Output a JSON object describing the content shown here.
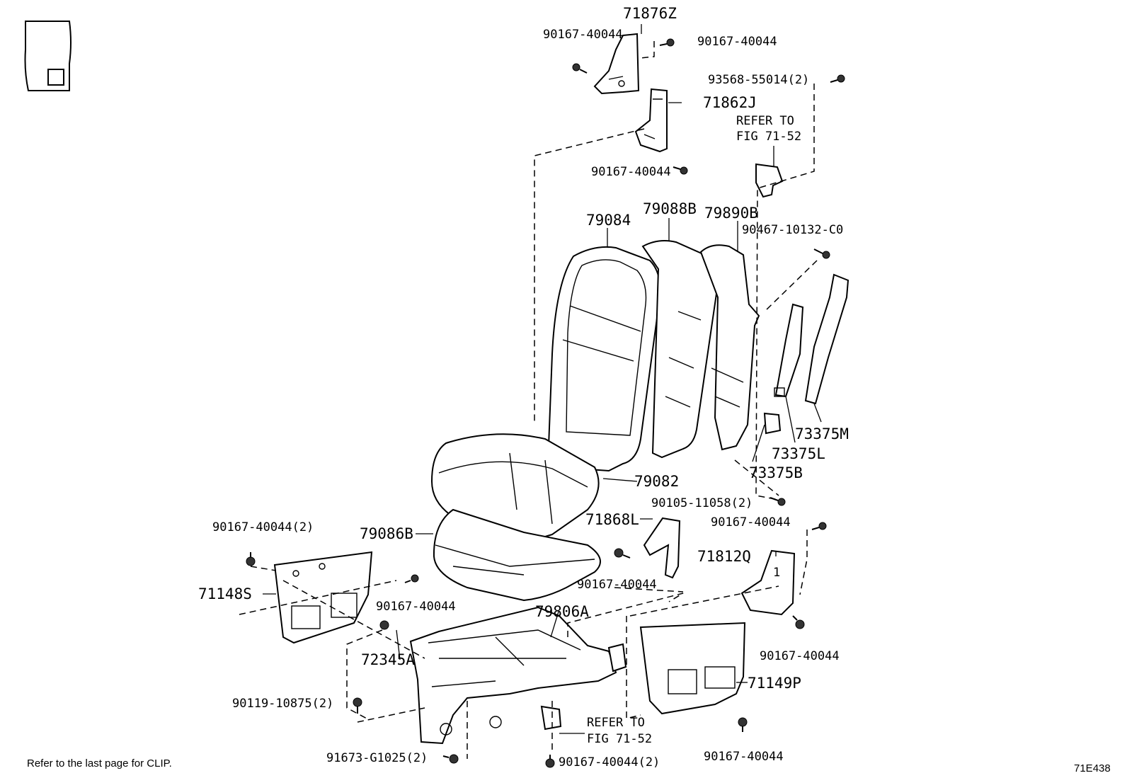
{
  "labels": {
    "p71876Z": "71876Z",
    "p90167_a": "90167-40044",
    "p90167_b": "90167-40044",
    "p93568": "93568-55014(2)",
    "p71862J": "71862J",
    "refer1_l1": "REFER TO",
    "refer1_l2": "FIG 71-52",
    "p90167_c": "90167-40044",
    "p79084": "79084",
    "p79088B": "79088B",
    "p79890B": "79890B",
    "p90467": "90467-10132-C0",
    "p73375M": "73375M",
    "p73375L": "73375L",
    "p73375B": "73375B",
    "p79082": "79082",
    "p90105": "90105-11058(2)",
    "p90167_d": "90167-40044",
    "p71868L": "71868L",
    "p71812Q": "71812Q",
    "p90167_2a": "90167-40044(2)",
    "p79086B": "79086B",
    "p71148S": "71148S",
    "p90167_e": "90167-40044",
    "p90167_f": "90167-40044",
    "p79806A": "79806A",
    "p72345A": "72345A",
    "p90167_g": "90167-40044",
    "p71149P": "71149P",
    "p90119": "90119-10875(2)",
    "refer2_l1": "REFER TO",
    "refer2_l2": "FIG 71-52",
    "p91673": "91673-G1025(2)",
    "p90167_2b": "90167-40044(2)",
    "p90167_h": "90167-40044",
    "callout_1": "1"
  },
  "footer": {
    "note": "Refer to the last page for CLIP.",
    "figure_code": "71E438"
  }
}
